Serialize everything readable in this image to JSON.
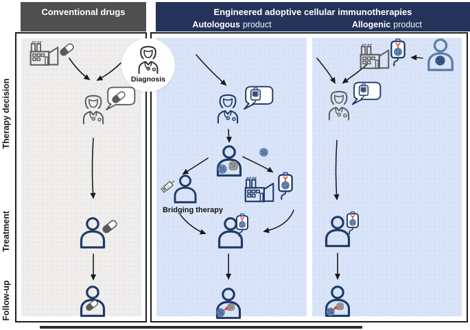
{
  "headers": {
    "conventional": "Conventional drugs",
    "engineered": "Engineered adoptive cellular immunotherapies",
    "autologous_bold": "Autologous",
    "allogenic_bold": "Allogenic",
    "product_suffix": "product"
  },
  "row_labels": {
    "therapy_decision": "Therapy decision",
    "treatment": "Treatment",
    "follow_up": "Follow-up"
  },
  "annotations": {
    "diagnosis": "Diagnosis",
    "bridging_therapy": "Bridging therapy"
  },
  "icons": {
    "factory-icon": "factory building with chimneys",
    "pill-icon": "half-filled capsule pill",
    "doctor-icon": "physician with stethoscope",
    "patient-icon": "person outline",
    "donor-icon": "donor person outline with cell",
    "speech-bubble-icon": "speech bubble",
    "iv-bag-icon": "infusion bag with engineered cell and red receptor",
    "iv-bag-plain-icon": "infusion bag with fluid",
    "cell-icon": "blue engineered cell",
    "tumor-cell-icon": "gray tumor cell",
    "syringe-icon": "syringe",
    "attack-arrow-icon": "red attack arrow between cells"
  },
  "colors": {
    "header_gray": "#4f4f4f",
    "header_navy": "#24335a",
    "panel_gray": "#f0eeec",
    "panel_blue": "#d9e4f8",
    "icon_navy": "#1f3a68",
    "icon_gray": "#5f5f5f",
    "icon_black": "#2a2a2a",
    "donor_blue": "#5d7fa8",
    "cell_blue": "#6b8cb8",
    "cell_dot": "#2e5181",
    "tumor_gray": "#9b9b9b",
    "receptor_red": "#d9453a",
    "arrow_black": "#1a1a1a"
  }
}
